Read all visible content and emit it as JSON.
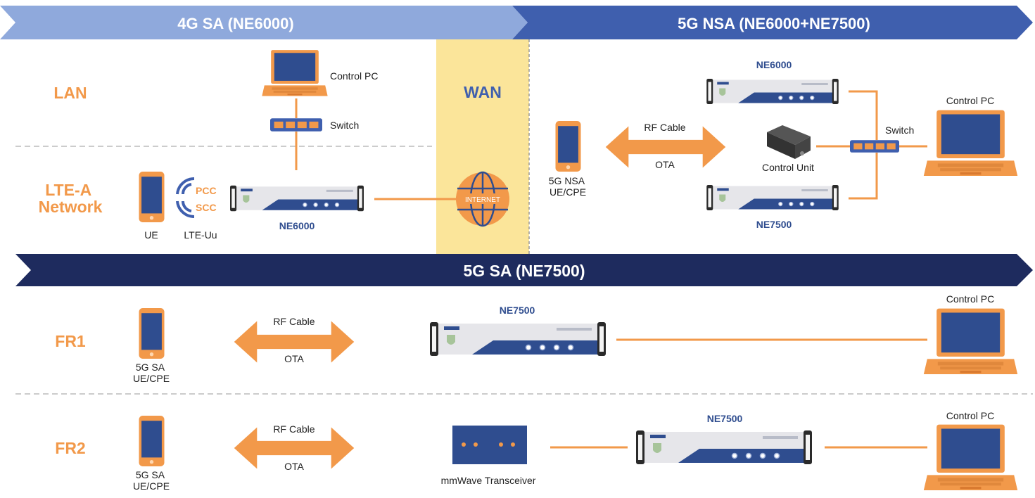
{
  "banners": {
    "g4_sa": "4G SA (NE6000)",
    "g5_nsa": "5G NSA (NE6000+NE7500)",
    "g5_sa": "5G SA (NE7500)"
  },
  "rows": {
    "lan": "LAN",
    "lte_a": "LTE-A\nNetwork",
    "wan": "WAN",
    "fr1": "FR1",
    "fr2": "FR2"
  },
  "labels": {
    "control_pc": "Control PC",
    "switch": "Switch",
    "ue": "UE",
    "lte_uu": "LTE-Uu",
    "pcc": "PCC",
    "scc": "SCC",
    "ne6000": "NE6000",
    "ne7500": "NE7500",
    "internet": "INTERNET",
    "rf_cable": "RF Cable",
    "ota": "OTA",
    "nsa_ue": "5G NSA\nUE/CPE",
    "sa_ue": "5G SA\nUE/CPE",
    "control_unit": "Control Unit",
    "mmwave": "mmWave Transceiver"
  },
  "colors": {
    "banner_light": "#8fa9dc",
    "banner_mid": "#3f5fae",
    "banner_dark": "#1e2b5e",
    "accent_orange": "#f2994a",
    "wan_yellow": "#fbe59a",
    "device_blue": "#2f4d8f"
  },
  "icons": [
    "laptop-icon",
    "switch-icon",
    "phone-icon",
    "signal-waves-icon",
    "instrument-rack-icon",
    "globe-icon",
    "double-arrow-icon",
    "control-unit-icon",
    "transceiver-icon"
  ]
}
